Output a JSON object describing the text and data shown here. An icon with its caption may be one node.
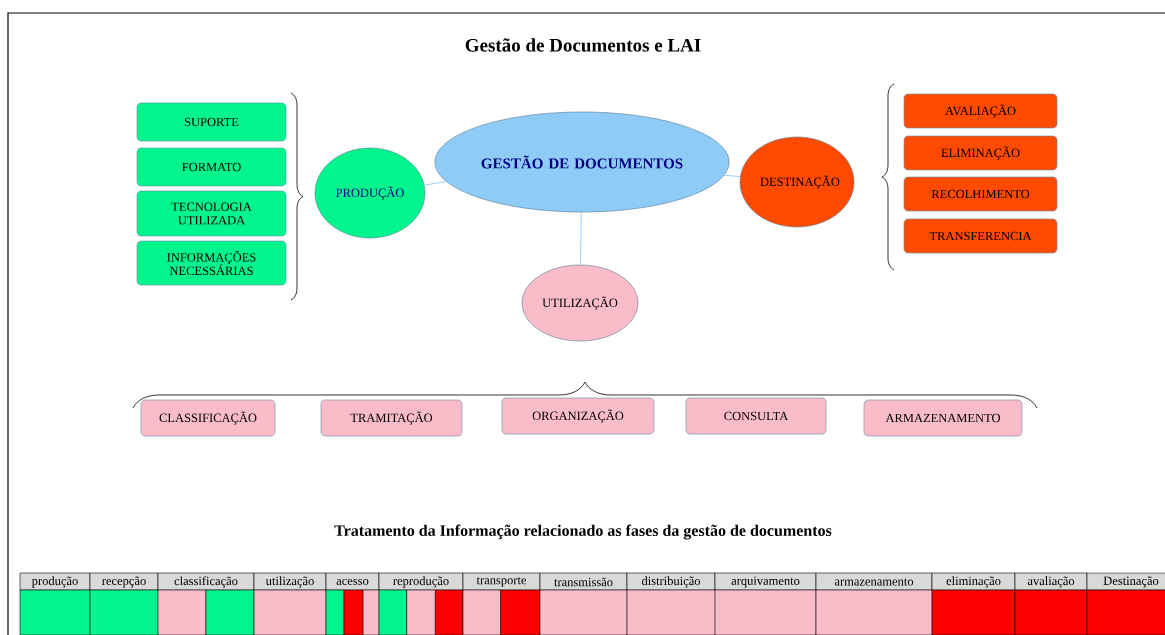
{
  "diagram": {
    "title": "Gestão de Documentos e LAI",
    "nodes": [
      {
        "text": [
          "GESTÃO DE DOCUMENTOS"
        ]
      },
      {
        "text": [
          "PRODUÇÃO"
        ]
      },
      {
        "text": [
          "DESTINAÇÃO"
        ]
      },
      {
        "text": [
          "UTILIZAÇÃO"
        ]
      },
      {
        "text": [
          "SUPORTE"
        ]
      },
      {
        "text": [
          "FORMATO"
        ]
      },
      {
        "text": [
          "TECNOLOGIA UTILIZADA"
        ]
      },
      {
        "text": [
          "INFORMAÇÕES NECESSÁRIAS"
        ]
      },
      {
        "text": [
          "AVALIAÇÃO"
        ]
      },
      {
        "text": [
          "ELIMINAÇÃO"
        ]
      },
      {
        "text": [
          "RECOLHIMENTO"
        ]
      },
      {
        "text": [
          "TRANSFERENCIA"
        ]
      },
      {
        "text": [
          "CLASSIFICAÇÃO"
        ]
      },
      {
        "text": [
          "TRAMITAÇÃO"
        ]
      },
      {
        "text": [
          "ORGANIZAÇÃO"
        ]
      },
      {
        "text": [
          "CONSULTA"
        ]
      },
      {
        "text": [
          "ARMAZENAMENTO"
        ]
      }
    ],
    "edges": [
      {
        "from": 0,
        "to": 1,
        "arrow": "none"
      },
      {
        "from": 0,
        "to": 2,
        "arrow": "none"
      },
      {
        "from": 0,
        "to": 3,
        "arrow": "none"
      }
    ],
    "labels": [
      "Tratamento da Informação relacionado as fases da gestão de documentos",
      "produção",
      "recepção",
      "classificação",
      "utilização",
      "acesso",
      "reprodução",
      "transporte",
      "transmissão",
      "distribuição",
      "arquivamento",
      "armazenamento",
      "eliminação",
      "avaliação",
      "Destinação"
    ]
  }
}
